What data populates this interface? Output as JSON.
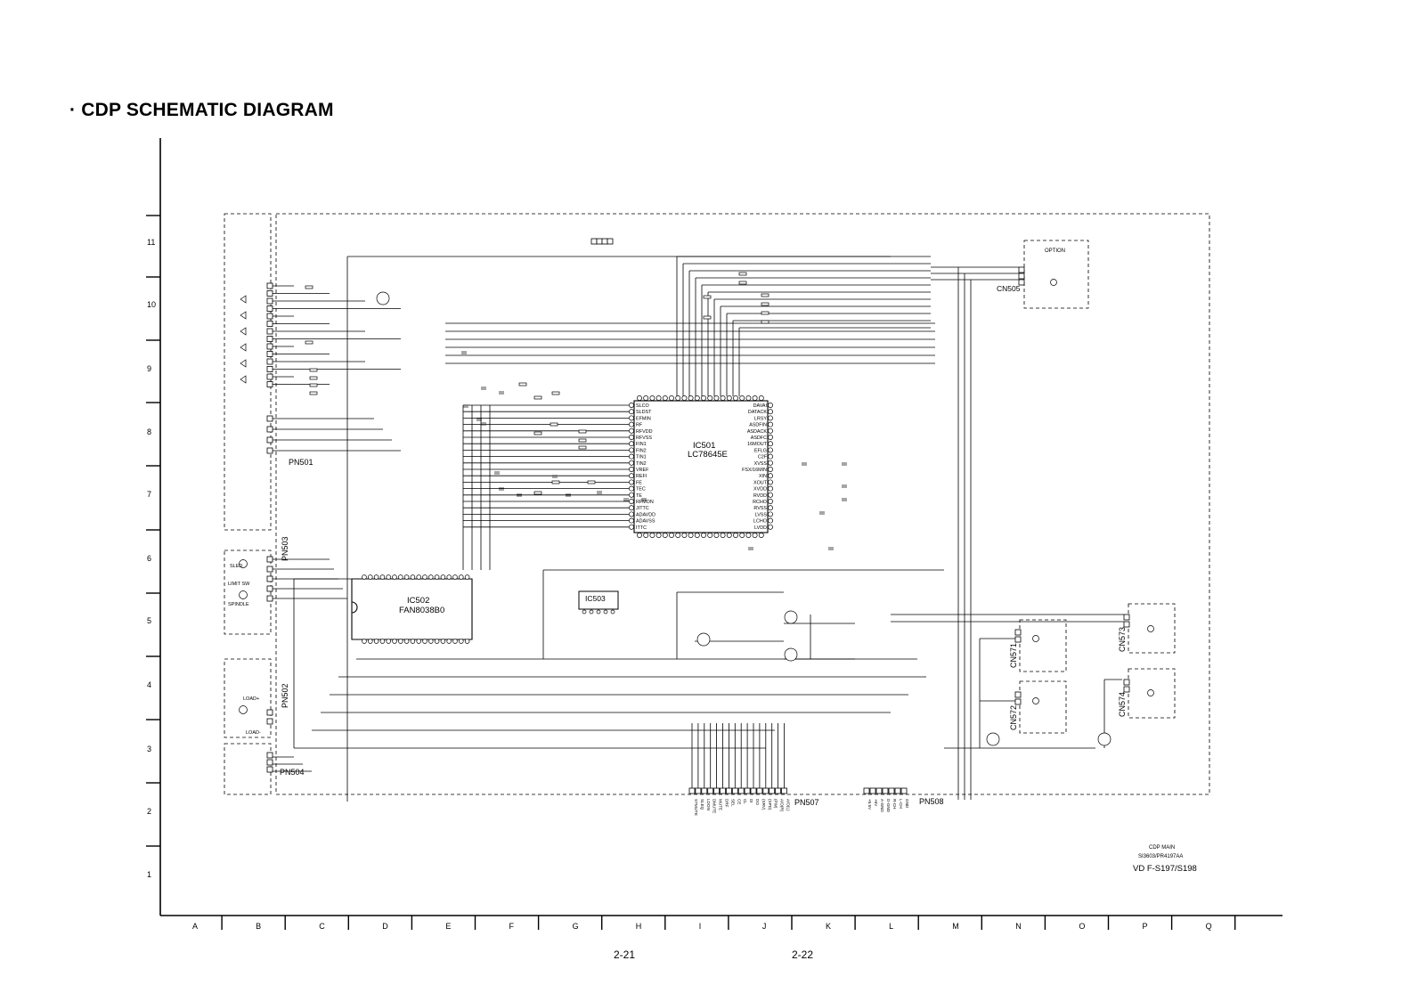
{
  "title": "· CDP SCHEMATIC DIAGRAM",
  "grid": {
    "rows": [
      "11",
      "10",
      "9",
      "8",
      "7",
      "6",
      "5",
      "4",
      "3",
      "2",
      "1"
    ],
    "cols": [
      "A",
      "B",
      "C",
      "D",
      "E",
      "F",
      "G",
      "H",
      "I",
      "J",
      "K",
      "L",
      "M",
      "N",
      "O",
      "P",
      "Q"
    ]
  },
  "pages": {
    "left": "2-21",
    "right": "2-22"
  },
  "chips": {
    "ic501_ref": "IC501",
    "ic501_part": "LC78645E",
    "ic502_ref": "IC502",
    "ic502_part": "FAN8038B0",
    "ic503_ref": "IC503"
  },
  "connectors": {
    "pn501": "PN501",
    "pn502": "PN502",
    "pn503": "PN503",
    "pn504": "PN504",
    "pn505": "CN505",
    "pn507": "PN507",
    "pn508": "PN508",
    "cn571": "CN571",
    "cn572": "CN572",
    "cn573": "CN573",
    "cn574": "CN574"
  },
  "option_label": "OPTION",
  "left_labels": {
    "sled": "SLED",
    "limit_sw": "LIMIT SW",
    "spindle": "SPINDLE",
    "load_p": "LOAD+",
    "load_m": "LOAD-"
  },
  "ic501_left_pins": [
    "SLCO",
    "SLDST",
    "EFMIN",
    "RF",
    "RFVDD",
    "RFVSS",
    "FIN1",
    "FIN2",
    "TIN1",
    "TIN2",
    "VREF",
    "REFI",
    "FE",
    "TEC",
    "TE",
    "RFMON",
    "JITTC",
    "ADAVDD",
    "ADAVSS",
    "ITTC"
  ],
  "ic501_right_pins": [
    "DAVAI",
    "DATACK",
    "LRSY",
    "ASDFIN",
    "ASDACK",
    "ASDFC",
    "16MOUT",
    "EFLG",
    "C2F",
    "XVSS",
    "FSX/16MIN",
    "XIN",
    "XOUT",
    "XVDD",
    "RVDD",
    "RCHO",
    "RVSS",
    "LVSS",
    "LCHO",
    "LVDD"
  ],
  "footer": {
    "line1": "CDP MAIN",
    "line2": "SI3603/PR4197AA",
    "line3": "VD F-S197/S198"
  },
  "pn507_pins": [
    "STMUTE",
    "SLEQ",
    "LDON",
    "DMUTE",
    "MUTE",
    "DRF",
    "SEL",
    "CE",
    "CL",
    "DI",
    "DO",
    "(SRV)",
    "(SPD)",
    "(PW)",
    "A/O(R)",
    "A/O(L)"
  ],
  "pn508_pins": [
    "+5.5V",
    "+5V",
    "A-GND",
    "D-GND",
    "R-CH",
    "L-CH",
    "GND"
  ]
}
